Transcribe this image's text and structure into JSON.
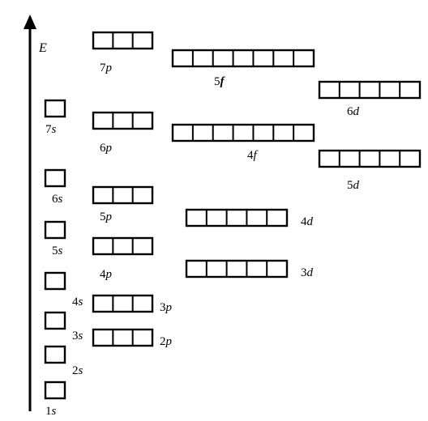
{
  "axis": {
    "label": "E"
  },
  "orbitals": [
    {
      "id": "1s",
      "n": "1",
      "l": "s",
      "boxes": 1
    },
    {
      "id": "2s",
      "n": "2",
      "l": "s",
      "boxes": 1
    },
    {
      "id": "3s",
      "n": "3",
      "l": "s",
      "boxes": 1
    },
    {
      "id": "4s",
      "n": "4",
      "l": "s",
      "boxes": 1
    },
    {
      "id": "5s",
      "n": "5",
      "l": "s",
      "boxes": 1
    },
    {
      "id": "6s",
      "n": "6",
      "l": "s",
      "boxes": 1
    },
    {
      "id": "7s",
      "n": "7",
      "l": "s",
      "boxes": 1
    },
    {
      "id": "2p",
      "n": "2",
      "l": "p",
      "boxes": 3
    },
    {
      "id": "3p",
      "n": "3",
      "l": "p",
      "boxes": 3
    },
    {
      "id": "4p",
      "n": "4",
      "l": "p",
      "boxes": 3
    },
    {
      "id": "5p",
      "n": "5",
      "l": "p",
      "boxes": 3
    },
    {
      "id": "6p",
      "n": "6",
      "l": "p",
      "boxes": 3
    },
    {
      "id": "7p",
      "n": "7",
      "l": "p",
      "boxes": 3
    },
    {
      "id": "3d",
      "n": "3",
      "l": "d",
      "boxes": 5
    },
    {
      "id": "4d",
      "n": "4",
      "l": "d",
      "boxes": 5
    },
    {
      "id": "5d",
      "n": "5",
      "l": "d",
      "boxes": 5
    },
    {
      "id": "6d",
      "n": "6",
      "l": "d",
      "boxes": 5
    },
    {
      "id": "4f",
      "n": "4",
      "l": "f",
      "boxes": 7
    },
    {
      "id": "5f",
      "n": "5",
      "l": "f",
      "boxes": 7,
      "bold": true
    }
  ]
}
